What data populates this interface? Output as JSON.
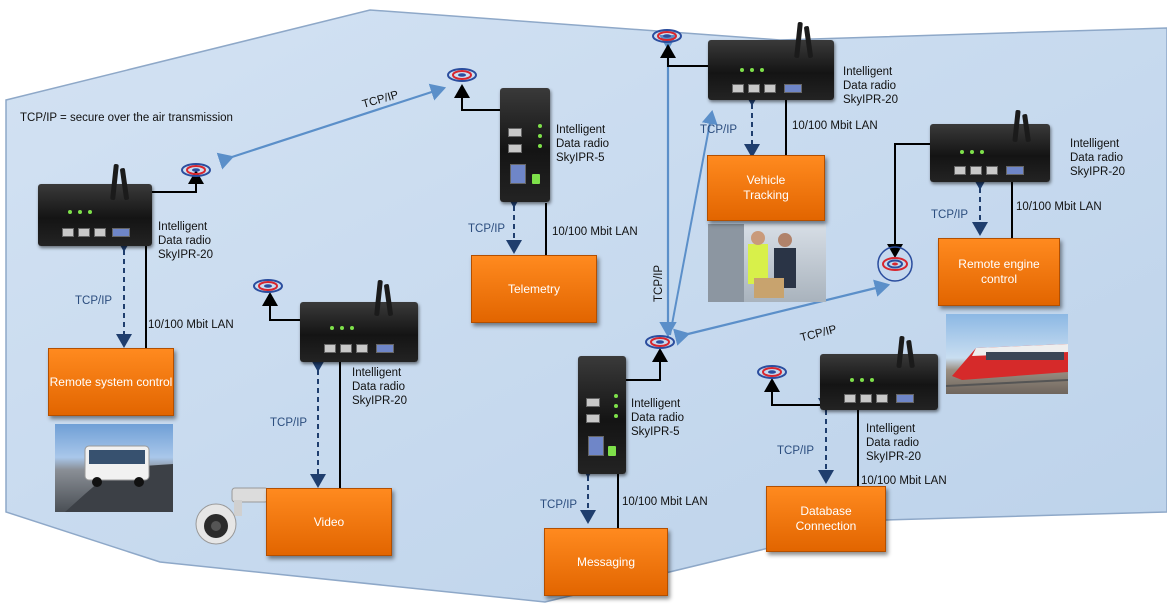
{
  "note": "TCP/IP = secure over the air transmission",
  "radio_name": "Intelligent\nData radio",
  "models": {
    "m20": "SkyIPR-20",
    "m5": "SkyIPR-5"
  },
  "protocol": "TCP/IP",
  "lan": "10/100 Mbit LAN",
  "apps": {
    "remote_system_control": "Remote system control",
    "video": "Video",
    "telemetry": "Telemetry",
    "messaging": "Messaging",
    "vehicle_tracking": "Vehicle Tracking",
    "remote_engine_control": "Remote engine control",
    "database_connection": "Database Connection"
  },
  "colors": {
    "box": "#f07814",
    "floor": "#c6d9ee",
    "link": "#5b8fc9",
    "dash": "#1f3e6e"
  }
}
